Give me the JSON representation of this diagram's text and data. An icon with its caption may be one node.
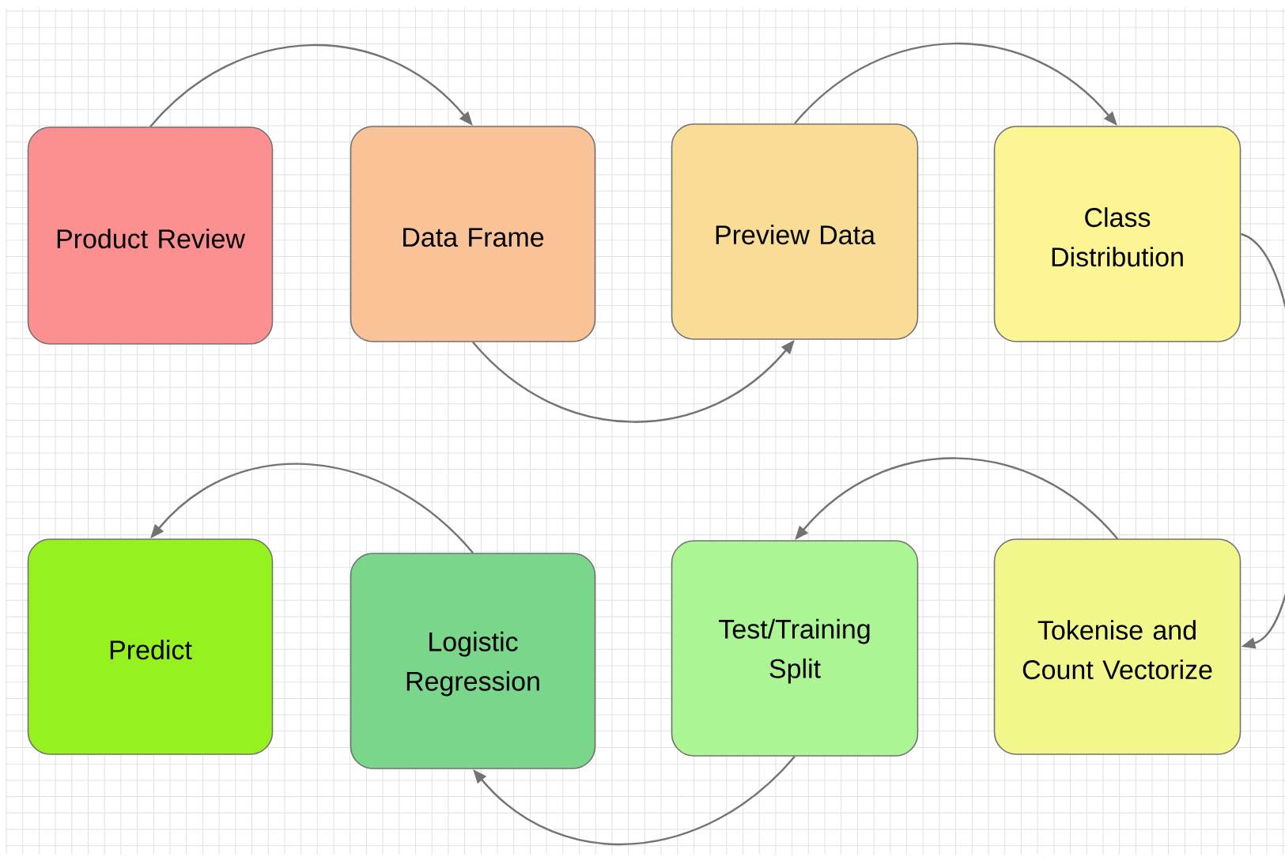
{
  "diagram": {
    "nodes": [
      {
        "text": [
          "Product Review"
        ]
      },
      {
        "text": [
          "Data Frame"
        ]
      },
      {
        "text": [
          "Preview Data"
        ]
      },
      {
        "text": [
          "Class Distribution"
        ]
      },
      {
        "text": [
          "Tokenise and Count Vectorize"
        ]
      },
      {
        "text": [
          "Test/Training Split"
        ]
      },
      {
        "text": [
          "Logistic Regression"
        ]
      },
      {
        "text": [
          "Predict"
        ]
      }
    ],
    "edges": [
      {
        "from": 0,
        "to": 1,
        "arrow": "to"
      },
      {
        "from": 1,
        "to": 2,
        "arrow": "to"
      },
      {
        "from": 2,
        "to": 3,
        "arrow": "to"
      },
      {
        "from": 3,
        "to": 4,
        "arrow": "to"
      },
      {
        "from": 4,
        "to": 5,
        "arrow": "to"
      },
      {
        "from": 5,
        "to": 6,
        "arrow": "to"
      },
      {
        "from": 6,
        "to": 7,
        "arrow": "to"
      }
    ]
  }
}
